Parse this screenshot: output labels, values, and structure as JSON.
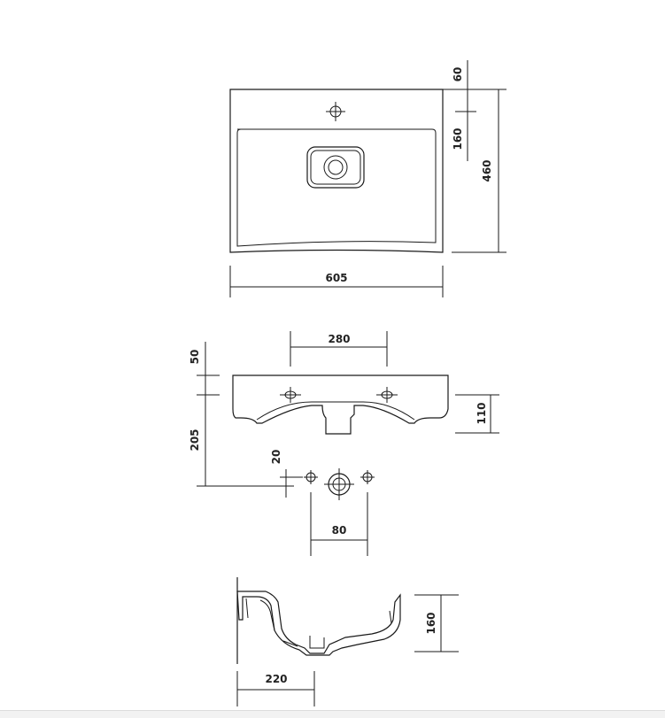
{
  "diagram": {
    "dimensions": {
      "top_offset": "60",
      "tap_to_bowl": "160",
      "total_depth": "460",
      "width": "605",
      "holes_spacing": "280",
      "rim_offset": "50",
      "front_height": "110",
      "drain_height": "205",
      "drain_offset": "20",
      "drain_width": "80",
      "section_height": "160",
      "section_depth": "220"
    },
    "colors": {
      "line": "#1a1a1a",
      "background": "#ffffff"
    }
  }
}
